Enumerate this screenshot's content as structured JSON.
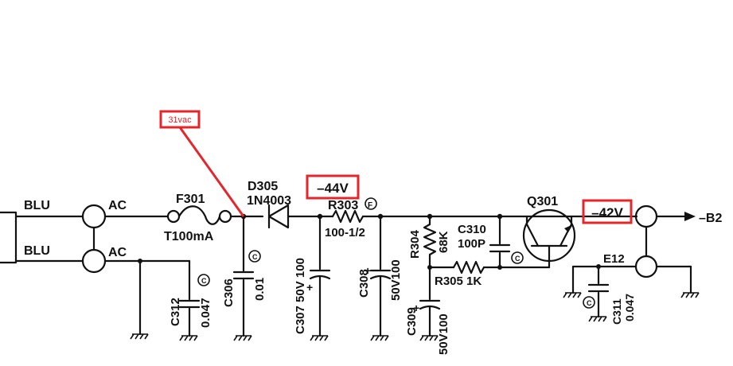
{
  "annotations": {
    "ac_voltage": "31vac",
    "v_after_r303": "–44V",
    "v_out": "–42V"
  },
  "terminals": {
    "blu_top": "BLU",
    "blu_bottom": "BLU",
    "ac_top": "AC",
    "ac_bottom": "AC",
    "output": "–B2",
    "e12": "E12"
  },
  "components": {
    "f301_name": "F301",
    "f301_value": "T100mA",
    "d305_name": "D305",
    "d305_value": "1N4003",
    "r303_name": "R303",
    "r303_mark": "F",
    "r303_value": "100-1/2",
    "c306_name": "C306",
    "c306_value": "0.01",
    "c306_mark": "C",
    "c312_name": "C312",
    "c312_value": "0.047",
    "c312_mark": "C",
    "c307_label": "C307 50V 100",
    "c307_plus": "+",
    "c308_name": "C308",
    "c308_plus": "+",
    "c308_value": "50V100",
    "r304_name": "R304",
    "r304_value": "68K",
    "c309_name": "C309",
    "c309_plus": "+",
    "c309_value": "50V100",
    "r305_label": "R305 1K",
    "c310_name": "C310",
    "c310_value": "100P",
    "c310_mark": "C",
    "q301_name": "Q301",
    "c311_name": "C311",
    "c311_value": "0.047",
    "c311_mark": "C"
  },
  "colors": {
    "annotation": "#e4262b",
    "ink": "#111111"
  }
}
